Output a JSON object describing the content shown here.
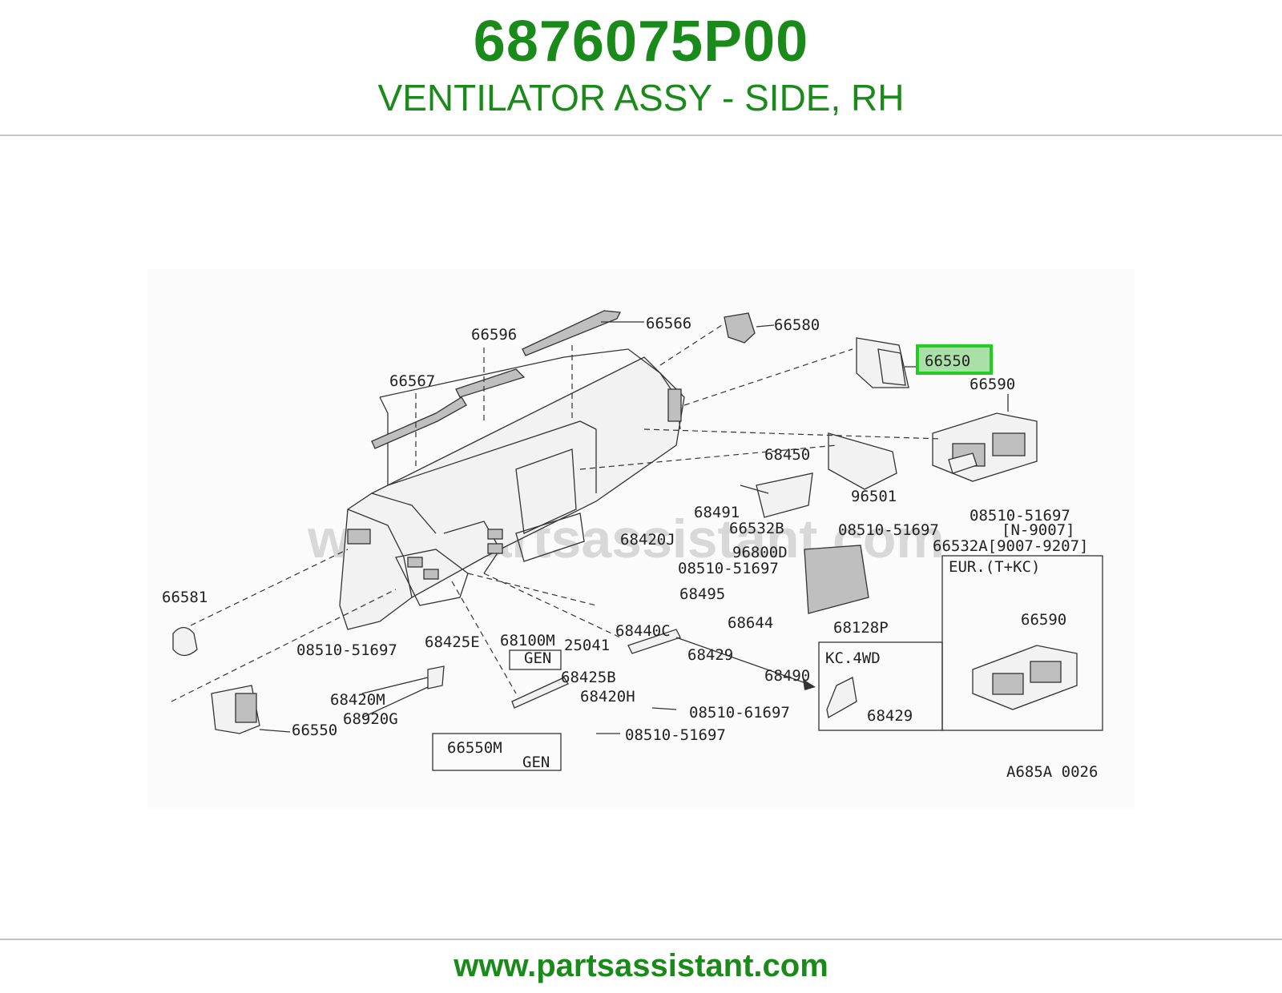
{
  "header": {
    "part_number": "6876075P00",
    "description": "VENTILATOR ASSY - SIDE, RH"
  },
  "footer": {
    "url": "www.partsassistant.com"
  },
  "diagram": {
    "watermark": "www.partsassistant.com",
    "highlight_color": "#22cc22",
    "brand_color": "#1a8a1a",
    "highlighted_label": "66550",
    "labels": {
      "l66596": "66596",
      "l66566": "66566",
      "l66580": "66580",
      "l66550_top": "66550",
      "l66590": "66590",
      "l66567": "66567",
      "l68450": "68450",
      "l96501": "96501",
      "l68491": "68491",
      "l66532B": "66532B",
      "l08510_a": "08510-51697",
      "l08510_b": "08510-51697",
      "l_n9007": "[N-9007]",
      "l66532A": "66532A[9007-9207]",
      "l68420J": "68420J",
      "l96800D": "96800D",
      "l08510_c": "08510-51697",
      "l68495": "68495",
      "l66581": "66581",
      "l68644": "68644",
      "l68128P": "68128P",
      "l68425E": "68425E",
      "l68100M": "68100M",
      "l_gen1": "GEN",
      "l25041": "25041",
      "l68440C": "68440C",
      "l08510_d": "08510-51697",
      "l68429": "68429",
      "l68490": "68490",
      "l68425B": "68425B",
      "l68420M": "68420M",
      "l68420H": "68420H",
      "l08510_61697": "08510-61697",
      "l68920G": "68920G",
      "l66550_bottom": "66550",
      "l08510_e": "08510-51697",
      "l66550M": "66550M",
      "l_gen2": "GEN",
      "l_eur": "EUR.(T+KC)",
      "l66590_eur": "66590",
      "l_kc4wd": "KC.4WD",
      "l68429_kc": "68429",
      "l_code": "A685A 0026"
    }
  }
}
